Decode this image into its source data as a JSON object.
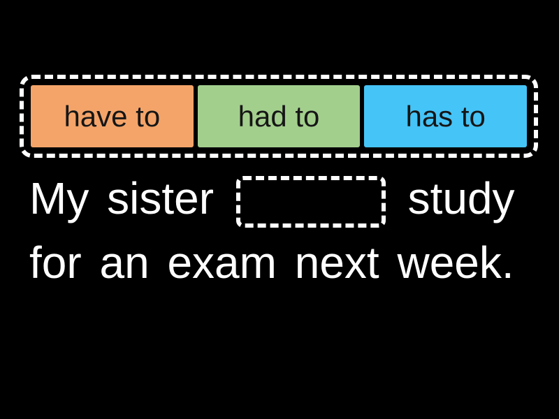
{
  "word_bank": {
    "tiles": [
      {
        "label": "have to",
        "color": "#F4A469"
      },
      {
        "label": "had to",
        "color": "#A3CF8D"
      },
      {
        "label": "has to",
        "color": "#45C4F7"
      }
    ]
  },
  "sentence": {
    "before_blank": "My sister",
    "after_blank": "study",
    "line2": "for an exam next week."
  },
  "colors": {
    "background": "#000000",
    "sentence_text": "#FFFFFF",
    "dash_border": "#FFFFFF",
    "tile_text": "#161616"
  }
}
